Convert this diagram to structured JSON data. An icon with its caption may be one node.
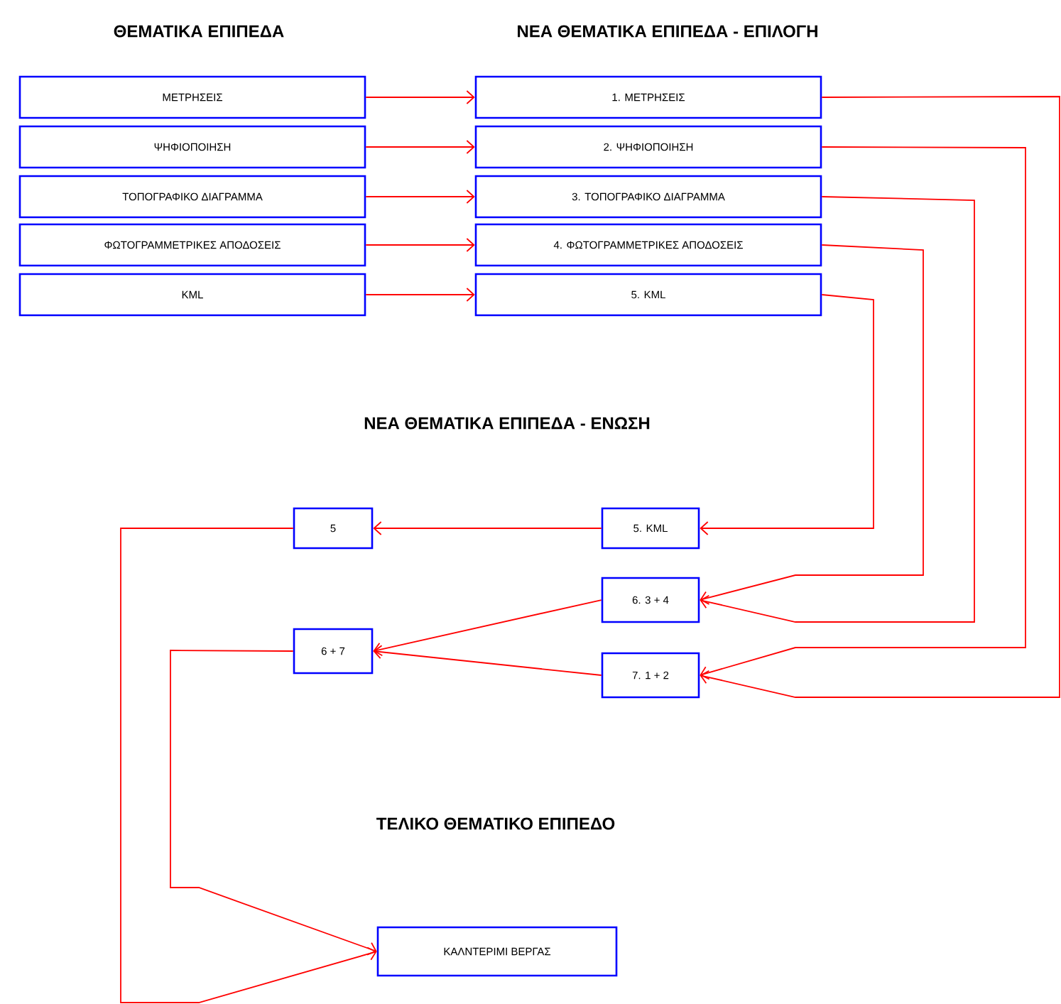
{
  "diagram": {
    "nodes": [
      {
        "text": [
          "ΜΕΤΡΗΣΕΙΣ"
        ]
      },
      {
        "text": [
          "ΨΗΦΙΟΠΟΙΗΣΗ"
        ]
      },
      {
        "text": [
          "ΤΟΠΟΓΡΑΦΙΚΟ ΔΙΑΓΡΑΜΜΑ"
        ]
      },
      {
        "text": [
          "ΦΩΤΟΓΡΑΜΜΕΤΡΙΚΕΣ ΑΠΟΔΟΣΕΙΣ"
        ]
      },
      {
        "text": [
          "KML"
        ]
      },
      {
        "text": [
          "1. ΜΕΤΡΗΣΕΙΣ"
        ]
      },
      {
        "text": [
          "2. ΨΗΦΙΟΠΟΙΗΣΗ"
        ]
      },
      {
        "text": [
          "3. ΤΟΠΟΓΡΑΦΙΚΟ ΔΙΑΓΡΑΜΜΑ"
        ]
      },
      {
        "text": [
          "4. ΦΩΤΟΓΡΑΜΜΕΤΡΙΚΕΣ ΑΠΟΔΟΣΕΙΣ"
        ]
      },
      {
        "text": [
          "5. KML"
        ]
      },
      {
        "text": [
          "5"
        ]
      },
      {
        "text": [
          "5. KML"
        ]
      },
      {
        "text": [
          "6. 3 + 4"
        ]
      },
      {
        "text": [
          "6 + 7"
        ]
      },
      {
        "text": [
          "7. 1 + 2"
        ]
      },
      {
        "text": [
          "ΚΑΛΝΤΕΡΙΜΙ ΒΕΡΓΑΣ"
        ]
      }
    ],
    "edges": [
      {
        "from": 0,
        "to": 5,
        "arrow": "to"
      },
      {
        "from": 1,
        "to": 6,
        "arrow": "to"
      },
      {
        "from": 2,
        "to": 7,
        "arrow": "to"
      },
      {
        "from": 3,
        "to": 8,
        "arrow": "to"
      },
      {
        "from": 4,
        "to": 9,
        "arrow": "to"
      },
      {
        "from": 9,
        "to": 11,
        "arrow": "to"
      },
      {
        "from": 8,
        "to": 12,
        "arrow": "to"
      },
      {
        "from": 7,
        "to": 12,
        "arrow": "to"
      },
      {
        "from": 6,
        "to": 14,
        "arrow": "to"
      },
      {
        "from": 5,
        "to": 14,
        "arrow": "to"
      },
      {
        "from": 11,
        "to": 10,
        "arrow": "to"
      },
      {
        "from": 12,
        "to": 13,
        "arrow": "to"
      },
      {
        "from": 14,
        "to": 13,
        "arrow": "to"
      },
      {
        "from": 13,
        "to": 15,
        "arrow": "to"
      },
      {
        "from": 10,
        "to": 15,
        "arrow": "to"
      }
    ],
    "labels": [
      "ΘΕΜΑΤΙΚΑ ΕΠΙΠΕΔΑ",
      "ΝΕΑ ΘΕΜΑΤΙΚΑ ΕΠΙΠΕΔΑ - ΕΠΙΛΟΓΗ",
      "ΝΕΑ ΘΕΜΑΤΙΚΑ ΕΠΙΠΕΔΑ - ΕΝΩΣΗ",
      "ΤΕΛΙΚΟ ΘΕΜΑΤΙΚΟ ΕΠΙΠΕΔΟ"
    ]
  }
}
